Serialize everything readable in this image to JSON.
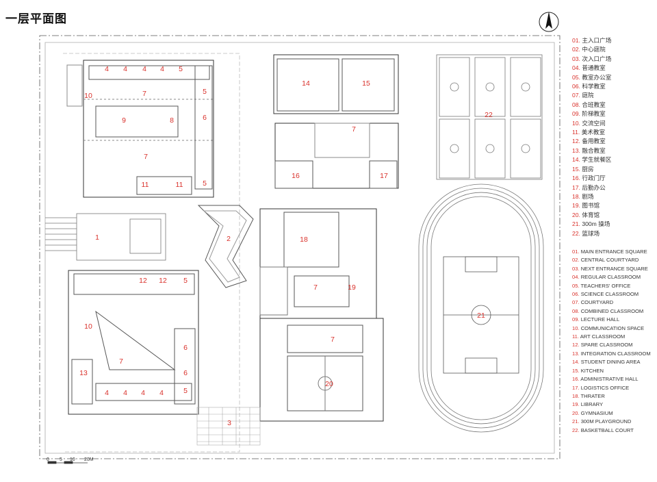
{
  "title": "一层平面图",
  "north_symbol": "north-arrow",
  "scale": {
    "ticks": [
      "0",
      "5",
      "10",
      "20M"
    ]
  },
  "legend_cn": [
    {
      "num": "01.",
      "text": "主入口广场"
    },
    {
      "num": "02.",
      "text": "中心庭院"
    },
    {
      "num": "03.",
      "text": "次入口广场"
    },
    {
      "num": "04.",
      "text": "普通教室"
    },
    {
      "num": "05.",
      "text": "教室办公室"
    },
    {
      "num": "06.",
      "text": "科学教室"
    },
    {
      "num": "07.",
      "text": "庭院"
    },
    {
      "num": "08.",
      "text": "合班教室"
    },
    {
      "num": "09.",
      "text": "阶梯教室"
    },
    {
      "num": "10.",
      "text": "交流空间"
    },
    {
      "num": "11.",
      "text": "美术教室"
    },
    {
      "num": "12.",
      "text": "备用教室"
    },
    {
      "num": "13.",
      "text": "融合教室"
    },
    {
      "num": "14.",
      "text": "学生就餐区"
    },
    {
      "num": "15.",
      "text": "厨房"
    },
    {
      "num": "16.",
      "text": "行政门厅"
    },
    {
      "num": "17.",
      "text": "后勤办公"
    },
    {
      "num": "18.",
      "text": "剧场"
    },
    {
      "num": "19.",
      "text": "图书馆"
    },
    {
      "num": "20.",
      "text": "体育馆"
    },
    {
      "num": "21.",
      "text": "300m 操场"
    },
    {
      "num": "22.",
      "text": "篮球场"
    }
  ],
  "legend_en": [
    {
      "num": "01.",
      "text": "MAIN ENTRANCE SQUARE"
    },
    {
      "num": "02.",
      "text": "CENTRAL COURTYARD"
    },
    {
      "num": "03.",
      "text": "NEXT ENTRANCE SQUARE"
    },
    {
      "num": "04.",
      "text": "REGULAR CLASSROOM"
    },
    {
      "num": "05.",
      "text": "TEACHERS' OFFICE"
    },
    {
      "num": "06.",
      "text": "SCIENCE CLASSROOM"
    },
    {
      "num": "07.",
      "text": "COURTYARD"
    },
    {
      "num": "08.",
      "text": "COMBINED CLASSROOM"
    },
    {
      "num": "09.",
      "text": "LECTURE HALL"
    },
    {
      "num": "10.",
      "text": "COMMUNICATION SPACE"
    },
    {
      "num": "11.",
      "text": "ART CLASSROOM"
    },
    {
      "num": "12.",
      "text": "SPARE CLASSROOM"
    },
    {
      "num": "13.",
      "text": "INTEGRATION CLASSROOM"
    },
    {
      "num": "14.",
      "text": "STUDENT DINING AREA"
    },
    {
      "num": "15.",
      "text": "KITCHEN"
    },
    {
      "num": "16.",
      "text": "ADMINISTRATIVE HALL"
    },
    {
      "num": "17.",
      "text": "LOGISTICS OFFICE"
    },
    {
      "num": "18.",
      "text": "THRATER"
    },
    {
      "num": "19.",
      "text": "LIBRARY"
    },
    {
      "num": "20.",
      "text": "GYMNASIUM"
    },
    {
      "num": "21.",
      "text": "300M PLAYGROUND"
    },
    {
      "num": "22.",
      "text": "BASKETBALL COURT"
    }
  ],
  "room_labels": [
    "1",
    "2",
    "3",
    "4",
    "5",
    "6",
    "7",
    "8",
    "9",
    "10",
    "11",
    "12",
    "13",
    "14",
    "15",
    "16",
    "17",
    "18",
    "19",
    "20",
    "21",
    "22"
  ],
  "colors": {
    "label": "#d9302a",
    "line": "#333333",
    "light_line": "#9a9a9a"
  }
}
